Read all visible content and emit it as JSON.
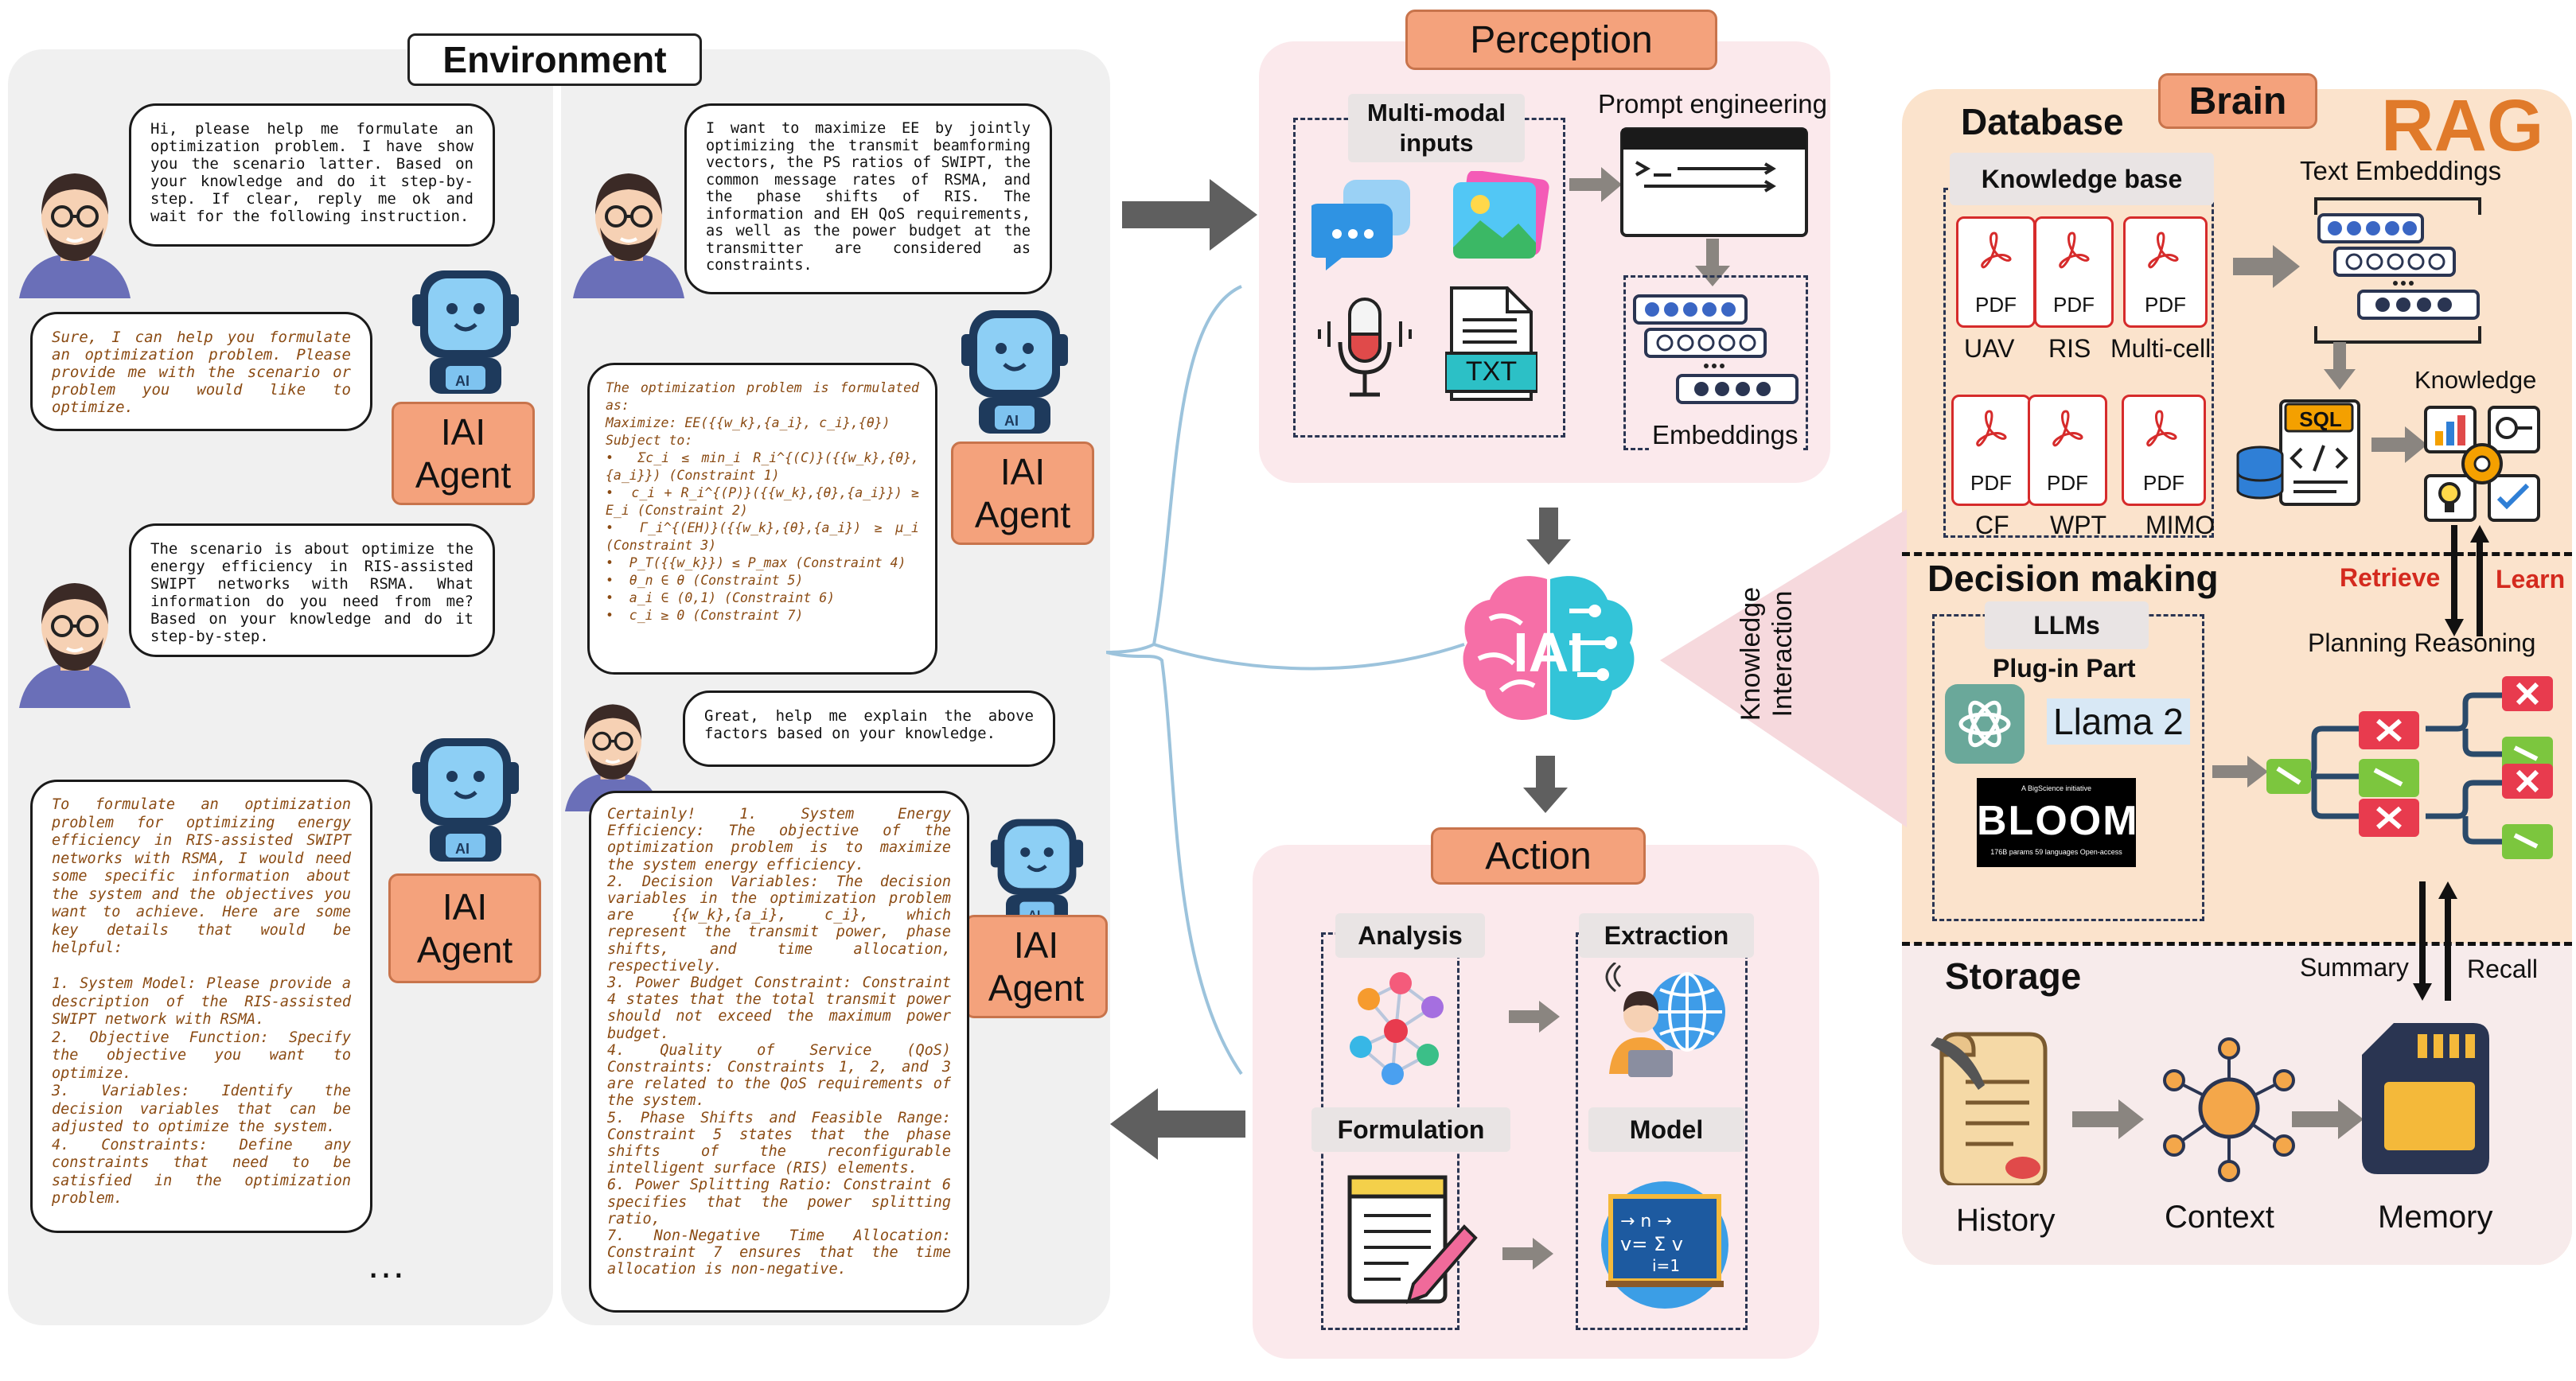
{
  "environment": {
    "title": "Environment",
    "ellipsis": "…",
    "left_col": {
      "user_msg_1": "Hi, please help me formulate an optimization problem. I have show you the scenario latter. Based on your knowledge and do it step-by-step. If clear, reply me ok and wait for the following instruction.",
      "agent_msg_1": "Sure, I can help you formulate an optimization problem. Please provide me with the scenario or problem you would like to optimize.",
      "user_msg_2": "The scenario is about optimize the energy efficiency in RIS-assisted SWIPT networks with RSMA. What information do you need from me? Based on your knowledge and do it step-by-step.",
      "agent_msg_2": "To formulate an optimization problem for optimizing energy efficiency in RIS-assisted SWIPT networks with RSMA, I would need some specific information about the system and the objectives you want to achieve. Here are some key details that would be helpful:\n\n1. System Model: Please provide a description of the RIS-assisted SWIPT network with RSMA.\n2. Objective Function: Specify the objective you want to optimize.\n3. Variables: Identify the decision variables that can be adjusted to optimize the system.\n4. Constraints: Define any constraints that need to be satisfied in the optimization problem."
    },
    "right_col": {
      "user_msg_1": "I want to maximize EE by jointly optimizing the transmit beamforming vectors, the PS ratios of SWIPT, the common message rates of RSMA, and the phase shifts of RIS. The information and EH QoS requirements, as well as the power budget at the transmitter are considered as constraints.",
      "agent_msg_1": "The optimization problem is formulated as:\nMaximize: EE({{w_k},{a_i}, c_i},{θ})\nSubject to:\n•  Σc_i ≤ min_i R_i^{(C)}({{w_k},{θ},{a_i}}) (Constraint 1)\n•  c_i + R_i^{(P)}({{w_k},{θ},{a_i}}) ≥ E_i (Constraint 2)\n•  Γ_i^{(EH)}({{w_k},{θ},{a_i}) ≥ μ_i (Constraint 3)\n•  P_T({{w_k}}) ≤ P_max (Constraint 4)\n•  θ_n ∈ θ (Constraint 5)\n•  a_i ∈ (0,1) (Constraint 6)\n•  c_i ≥ 0 (Constraint 7)",
      "user_msg_2": "Great, help me explain the above factors based on your knowledge.",
      "agent_msg_2": "Certainly! 1. System Energy Efficiency: The objective of the optimization problem is to maximize the system energy efficiency.\n2. Decision Variables: The decision variables in the optimization problem are {{w_k},{a_i}, c_i}, which represent the transmit power, phase shifts, and time allocation, respectively.\n3. Power Budget Constraint: Constraint 4 states that the total transmit power should not exceed the maximum power budget.\n4. Quality of Service (QoS) Constraints: Constraints 1, 2, and 3 are related to the QoS requirements of the system.\n5. Phase Shifts and Feasible Range: Constraint 5 states that the phase shifts of the reconfigurable intelligent surface (RIS) elements.\n6. Power Splitting Ratio: Constraint 6 specifies that the power splitting ratio,\n7. Non-Negative Time Allocation: Constraint 7 ensures that the time allocation is non-negative."
    },
    "agent_label": "IAI\nAgent"
  },
  "perception": {
    "title": "Perception",
    "multimodal": "Multi-modal\ninputs",
    "prompt_engineering": "Prompt engineering",
    "embeddings": "Embeddings",
    "txt_icon": "TXT"
  },
  "center": {
    "brain_label": "IAI"
  },
  "action": {
    "title": "Action",
    "analysis": "Analysis",
    "extraction": "Extraction",
    "formulation": "Formulation",
    "model": "Model"
  },
  "brain": {
    "title": "Brain",
    "rag": "RAG",
    "knowledge_interaction": "Knowledge\nInteraction",
    "database": {
      "title": "Database",
      "knowledge_base": "Knowledge base",
      "pdf_text": "PDF",
      "docs": [
        "UAV",
        "RIS",
        "Multi-cell",
        "CF",
        "WPT",
        "MIMO"
      ],
      "text_embeddings": "Text Embeddings",
      "knowledge": "Knowledge",
      "sql": "SQL"
    },
    "decision": {
      "title": "Decision making",
      "retrieve": "Retrieve",
      "learn": "Learn",
      "llms": "LLMs",
      "plugin": "Plug-in Part",
      "llama": "Llama 2",
      "bloom": "BLOOM",
      "bloom_sub_top": "A BigScience initiative",
      "bloom_sub_bottom": "176B params   59 languages   Open-access",
      "planning": "Planning Reasoning"
    },
    "storage": {
      "title": "Storage",
      "summary": "Summary",
      "recall": "Recall",
      "history": "History",
      "context": "Context",
      "memory": "Memory"
    }
  },
  "colors": {
    "orange_tag": "#f4a27c",
    "pink_panel": "#fbe9ec",
    "cream_panel": "#fbe3cc",
    "storage_panel": "#f7ebeb",
    "grey_panel": "#f0f0f0",
    "rag_orange": "#e07a2a",
    "retrieve_red": "#d42a1e"
  }
}
